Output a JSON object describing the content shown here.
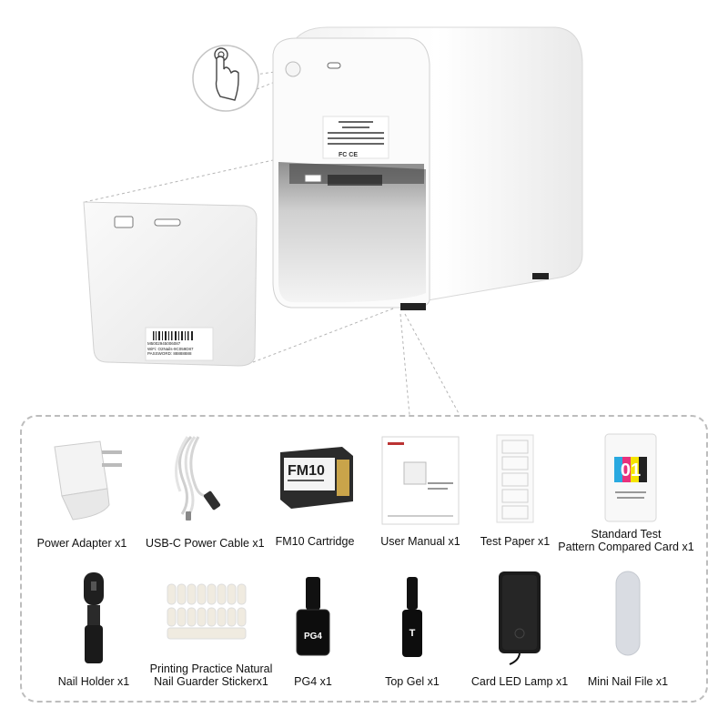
{
  "device": {
    "icon": "nail-printer",
    "power_button_icon": "finger-press-icon",
    "label_text": [
      "FC",
      "CE"
    ],
    "back_panel_barcode": "barcode-icon",
    "back_panel_lines": [
      "M5002945006087",
      "WiFi: O2Nails-9C059D87",
      "PASSWORD: 88888888"
    ]
  },
  "accessories": [
    {
      "name": "power-adapter",
      "icon": "power-adapter-icon",
      "label": "Power Adapter x1"
    },
    {
      "name": "usb-c-cable",
      "icon": "usb-c-cable-icon",
      "label": "USB-C Power Cable x1"
    },
    {
      "name": "fm10-cartridge",
      "icon": "cartridge-icon",
      "label": "FM10 Cartridge",
      "printed_text": "FM10"
    },
    {
      "name": "user-manual",
      "icon": "manual-icon",
      "label": "User Manual x1"
    },
    {
      "name": "test-paper",
      "icon": "test-paper-icon",
      "label": "Test Paper x1"
    },
    {
      "name": "test-pattern-card",
      "icon": "test-card-icon",
      "label_lines": [
        "Standard Test",
        "Pattern Compared Card x1"
      ],
      "printed_text": "01"
    },
    {
      "name": "nail-holder",
      "icon": "nail-holder-icon",
      "label": "Nail Holder x1"
    },
    {
      "name": "nail-guarder-sticker",
      "icon": "nail-sticker-icon",
      "label_lines": [
        "Printing Practice Natural",
        "Nail Guarder Stickerx1"
      ]
    },
    {
      "name": "pg4-bottle",
      "icon": "gel-bottle-icon",
      "label": "PG4 x1",
      "printed_text": "PG4"
    },
    {
      "name": "top-gel-bottle",
      "icon": "gel-bottle-icon",
      "label": "Top Gel x1",
      "printed_text": "T"
    },
    {
      "name": "card-led-lamp",
      "icon": "led-lamp-icon",
      "label": "Card LED Lamp x1"
    },
    {
      "name": "mini-nail-file",
      "icon": "nail-file-icon",
      "label": "Mini Nail File x1"
    }
  ]
}
